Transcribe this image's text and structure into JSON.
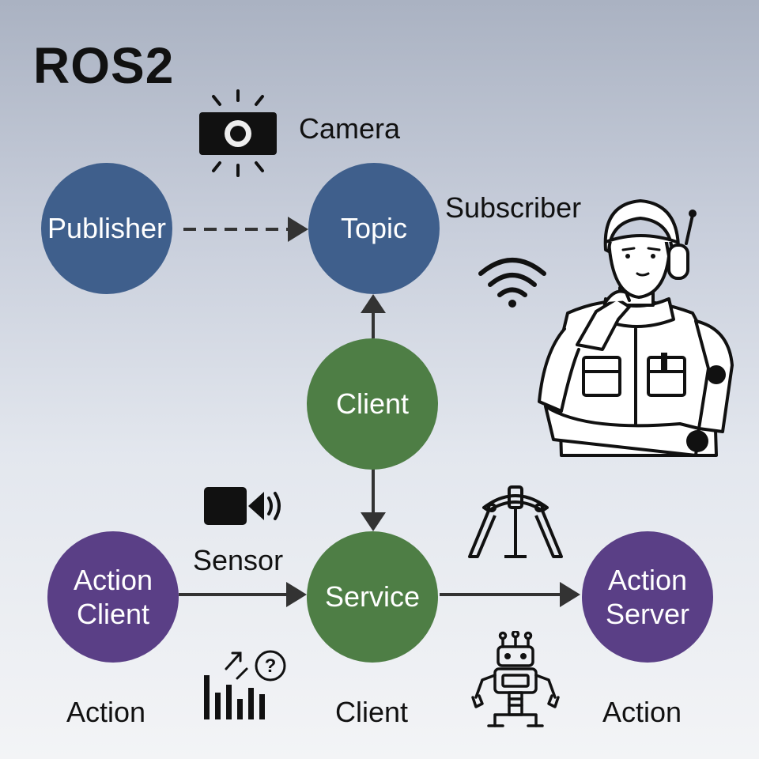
{
  "title": "ROS2",
  "nodes": {
    "publisher": "Publisher",
    "topic": "Topic",
    "client": "Client",
    "service": "Service",
    "action_client": [
      "Action",
      "Client"
    ],
    "action_server": [
      "Action",
      "Server"
    ]
  },
  "labels": {
    "camera": "Camera",
    "subscriber": "Subscriber",
    "sensor": "Sensor",
    "action_left": "Action",
    "client_bottom": "Client",
    "action_right": "Action"
  },
  "colors": {
    "topic_nodes": "#3f5f8c",
    "service_nodes": "#4e7e45",
    "action_nodes": "#5a3f86"
  },
  "icons": [
    "camera-icon",
    "wifi-icon",
    "video-sound-icon",
    "gripper-icon",
    "chart-question-icon",
    "robot-icon",
    "astronaut-illustration"
  ]
}
